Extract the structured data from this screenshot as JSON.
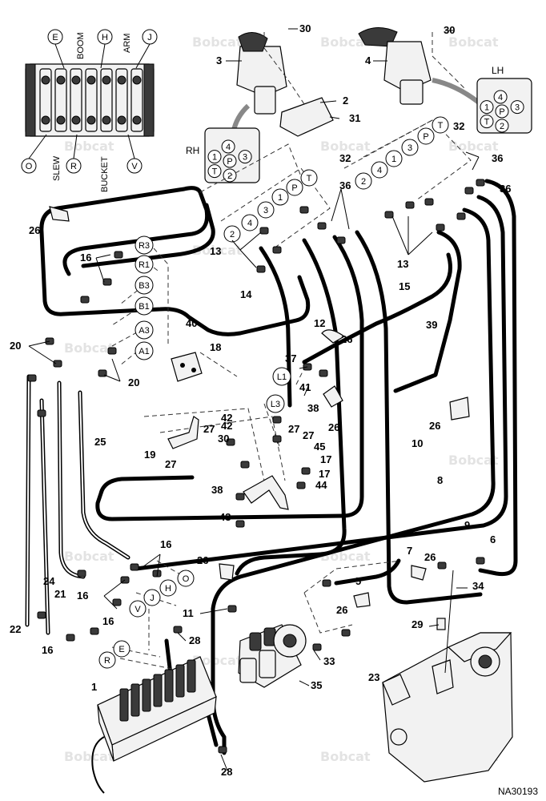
{
  "watermark": "Bobcat",
  "figure_ref": "NA30193",
  "valve_labels": [
    "BOOM",
    "ARM",
    "SLEW",
    "BUCKET"
  ],
  "valve_top_ports": [
    "E",
    "H",
    "J"
  ],
  "valve_bottom_ports": [
    "O",
    "R",
    "V"
  ],
  "joystick_right": {
    "side": "RH",
    "ports": [
      "1",
      "4",
      "P",
      "3",
      "T",
      "2"
    ]
  },
  "joystick_left": {
    "side": "LH",
    "ports": [
      "1",
      "4",
      "P",
      "3",
      "T",
      "2"
    ]
  },
  "hose_codes": [
    "R3",
    "R1",
    "B3",
    "B1",
    "A3",
    "A1",
    "L1",
    "L3"
  ],
  "fan_right": [
    "2",
    "4",
    "3",
    "1",
    "P",
    "T"
  ],
  "fan_left": [
    "2",
    "4",
    "1",
    "3",
    "P",
    "T"
  ],
  "bottom_ports": [
    "O",
    "H",
    "J",
    "V",
    "E",
    "R"
  ],
  "callouts": [
    "1",
    "2",
    "3",
    "4",
    "5",
    "6",
    "7",
    "8",
    "9",
    "10",
    "11",
    "12",
    "13",
    "14",
    "15",
    "16",
    "17",
    "18",
    "19",
    "20",
    "21",
    "22",
    "23",
    "24",
    "25",
    "26",
    "27",
    "28",
    "29",
    "30",
    "31",
    "32",
    "33",
    "34",
    "35",
    "36",
    "37",
    "38",
    "39",
    "40",
    "41",
    "42",
    "43",
    "44",
    "45"
  ]
}
